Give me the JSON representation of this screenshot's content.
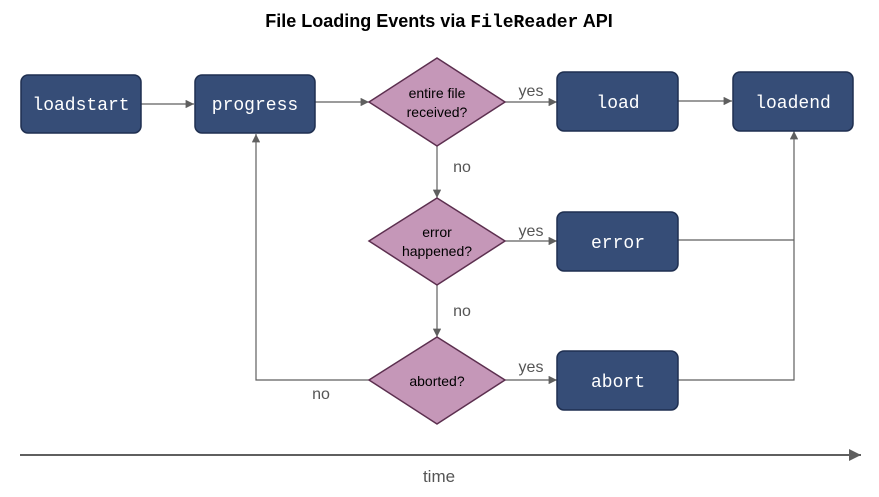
{
  "title": {
    "prefix": "File Loading Events via ",
    "code": "FileReader",
    "suffix": " API"
  },
  "nodes": {
    "loadstart": "loadstart",
    "progress": "progress",
    "load": "load",
    "loadend": "loadend",
    "error": "error",
    "abort": "abort"
  },
  "decisions": {
    "received": [
      "entire file",
      "received?"
    ],
    "error": [
      "error",
      "happened?"
    ],
    "aborted": [
      "aborted?"
    ]
  },
  "labels": {
    "yes": "yes",
    "no": "no"
  },
  "time_axis": {
    "label": "time"
  },
  "colors": {
    "node_fill": "#364d77",
    "node_border": "#1f2f50",
    "decision_fill": "#c597b8",
    "decision_border": "#5c2f4f",
    "edge": "#5f5f5f"
  }
}
